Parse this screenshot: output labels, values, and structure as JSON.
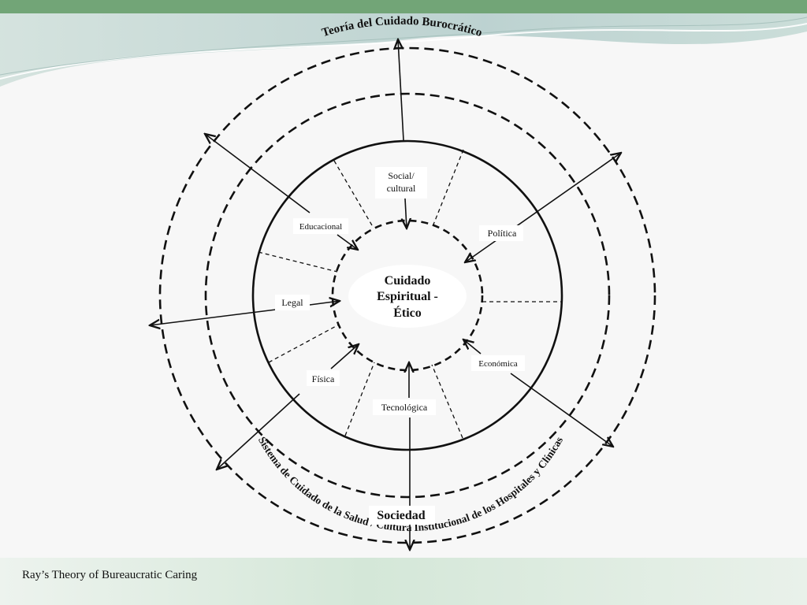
{
  "diagram": {
    "outer_arc_label": "Teoría del Cuidado Burocrático",
    "inner_arc_label": "Sistema de Cuidado de la Salud / Cultura Institucional de los Hospitales y Clínicas",
    "society_label": "Sociedad",
    "center_lines": [
      "Cuidado",
      "Espiritual -",
      "Ético"
    ],
    "segments": {
      "social_cultural": [
        "Social/",
        "cultural"
      ],
      "educacional": "Educacional",
      "politica": "Política",
      "legal": "Legal",
      "economica": "Económica",
      "fisica": "Física",
      "tecnologica": "Tecnológica"
    }
  },
  "footer": {
    "caption": "Ray’s Theory of Bureaucratic Caring"
  },
  "colors": {
    "header_green": "#72a577",
    "ink": "#111111"
  }
}
